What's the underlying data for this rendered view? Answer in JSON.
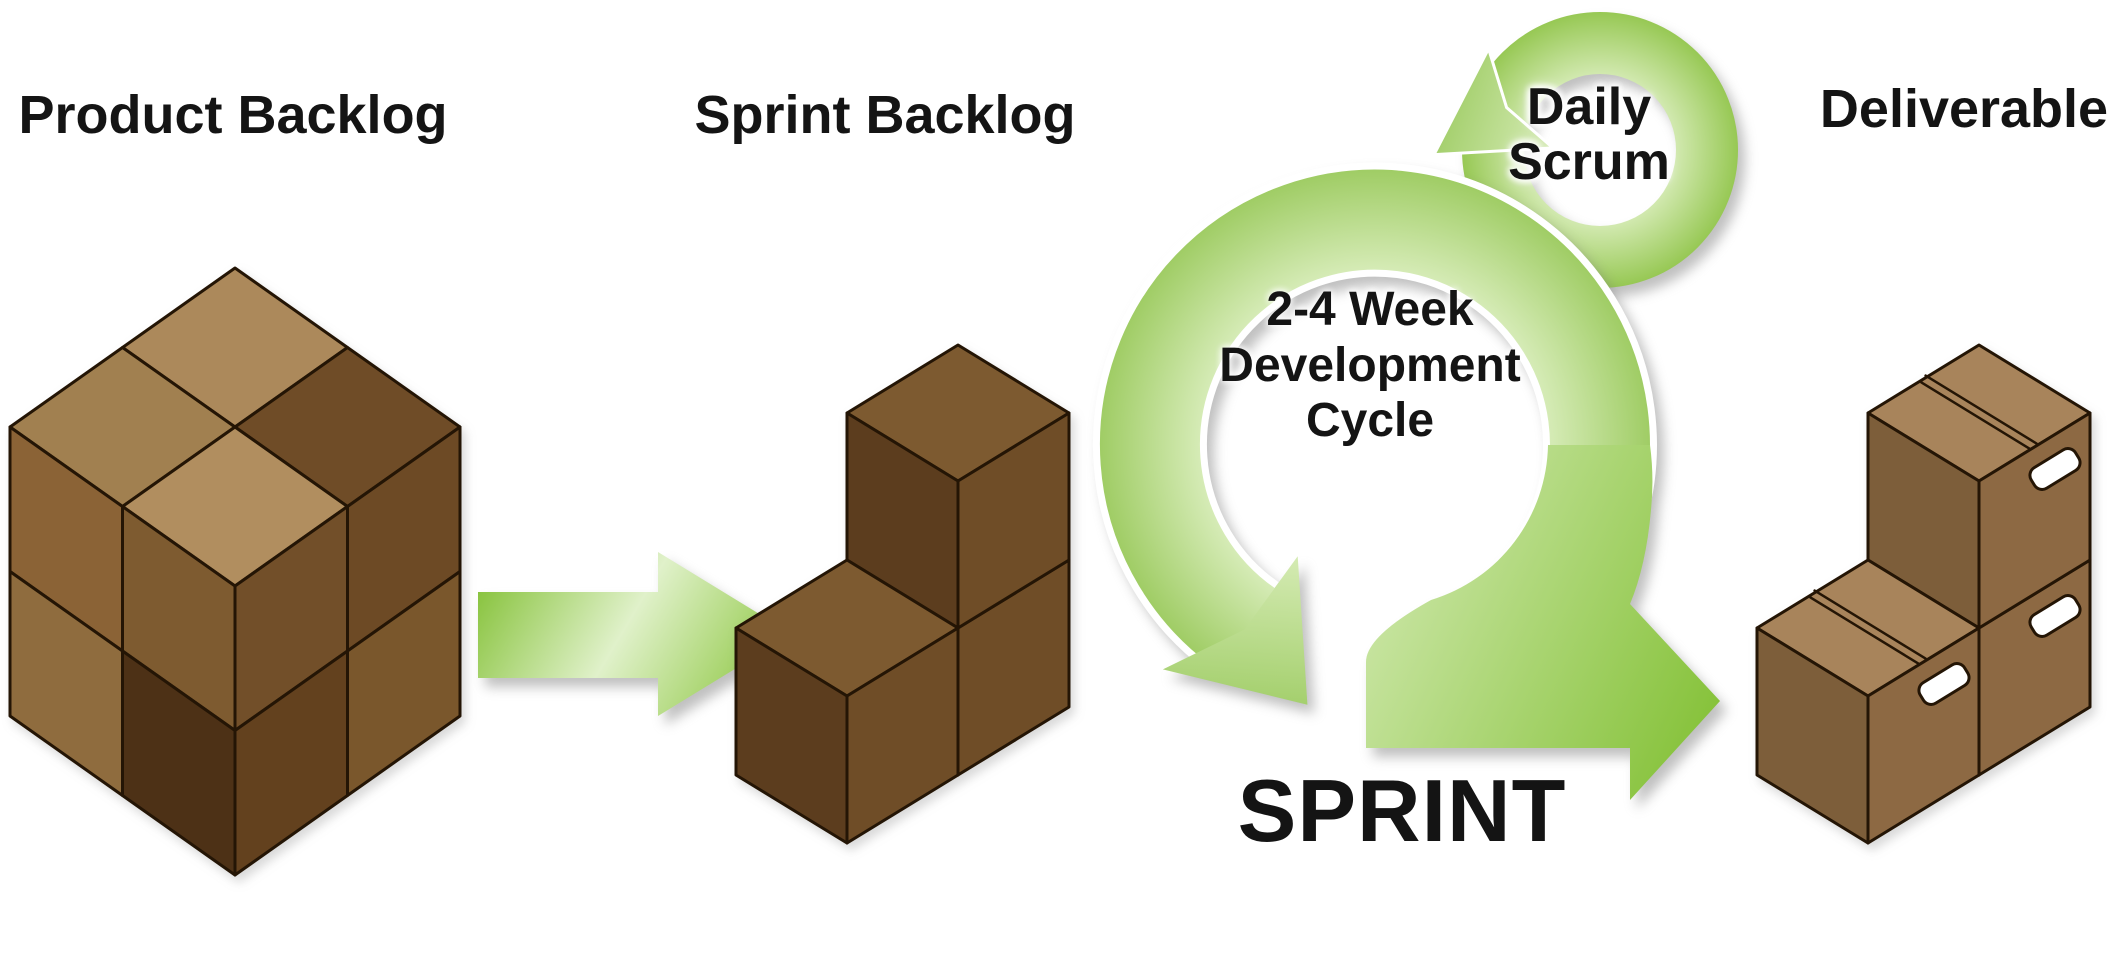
{
  "labels": {
    "product_backlog": "Product Backlog",
    "sprint_backlog": "Sprint Backlog",
    "daily_scrum_line1": "Daily",
    "daily_scrum_line2": "Scrum",
    "cycle_line1": "2-4 Week",
    "cycle_line2": "Development",
    "cycle_line3": "Cycle",
    "sprint": "SPRINT",
    "deliverable": "Deliverable"
  },
  "colors": {
    "background": "#ffffff",
    "text": "#141414",
    "outline": "#241505",
    "green": {
      "bright": "#8cc63f",
      "dark": "#86c23a",
      "mid": "#a6d172",
      "soft": "#c7e4a0",
      "light": "#d9eebd",
      "pale": "#e0f1ca",
      "ring_outer": "#9dcb61",
      "ring_inner": "#dcefc0",
      "small_outer": "#95c751",
      "small_inner": "#d7ecb8",
      "head_light": "#d5ebb4",
      "head_mid": "#99c95d"
    },
    "product": {
      "top_back": "#ac895b",
      "top_right": "#6f4c27",
      "top_left": "#a18050",
      "top_front": "#b18e5f",
      "left_tl": "#8b6336",
      "left_tr": "#7e5b30",
      "left_bl": "#8f6c3e",
      "left_br": "#4d3116",
      "right_tl": "#724f29",
      "right_tr": "#6d4a25",
      "right_bl": "#63411e",
      "right_br": "#7a572c"
    },
    "sprint_cubes": {
      "top": "#7d5a30",
      "left": "#5c3d1e",
      "right": "#6f4d27"
    },
    "boxes": {
      "top": "#a8845b",
      "left": "#7d5e3a",
      "right": "#8d6943",
      "handle": "#ffffff"
    }
  }
}
